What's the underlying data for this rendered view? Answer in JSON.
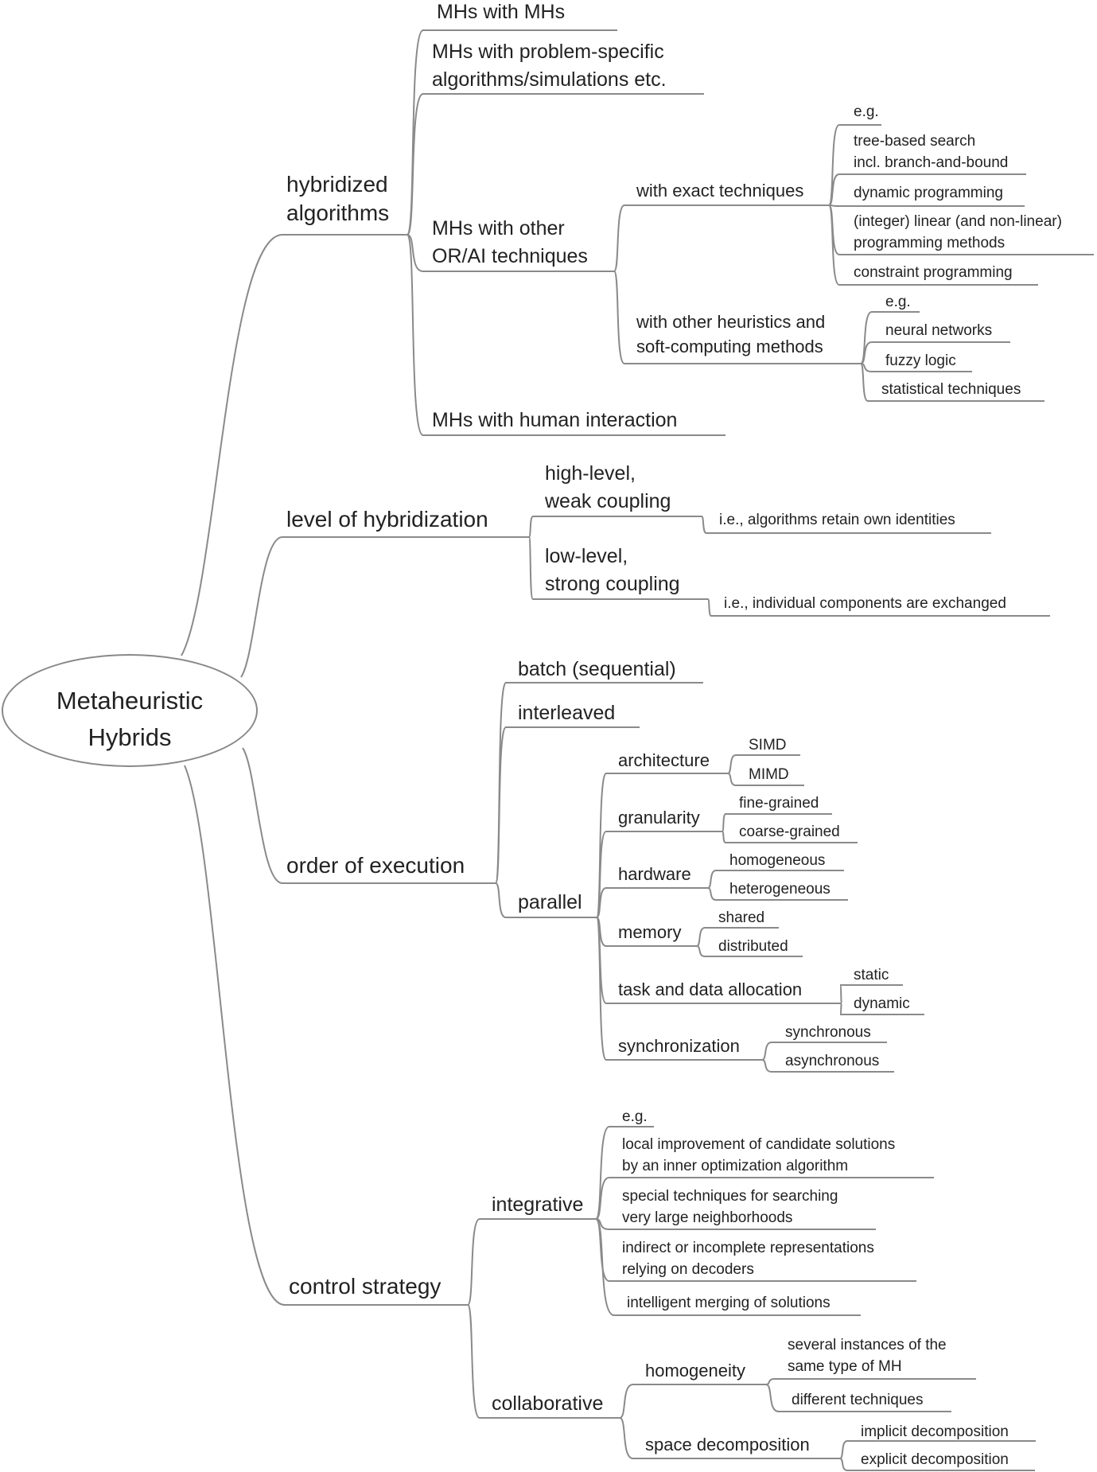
{
  "root": "Metaheuristic\nHybrids",
  "n": {
    "hybridized": "hybridized\nalgorithms",
    "mhs_mhs": "MHs with MHs",
    "mhs_problem": "MHs with problem-specific\nalgorithms/simulations etc.",
    "mhs_orai": "MHs with other\nOR/AI techniques",
    "exact": "with exact techniques",
    "exact_eg": "e.g.",
    "tree": "tree-based search\nincl. branch-and-bound",
    "dynprog": "dynamic programming",
    "integer": "(integer) linear (and non-linear)\nprogramming methods",
    "constraint": "constraint programming",
    "otherheur": "with other heuristics and\nsoft-computing methods",
    "other_eg": "e.g.",
    "neural": "neural networks",
    "fuzzy": "fuzzy logic",
    "statistical": "statistical techniques",
    "human": "MHs with human interaction",
    "level": "level of hybridization",
    "highlevel": "high-level,\nweak coupling",
    "retain": "i.e., algorithms retain own identities",
    "lowlevel": "low-level,\nstrong coupling",
    "exchanged": "i.e., individual components are exchanged",
    "order": "order of execution",
    "batch": "batch (sequential)",
    "interleaved": "interleaved",
    "parallel": "parallel",
    "architecture": "architecture",
    "simd": "SIMD",
    "mimd": "MIMD",
    "granularity": "granularity",
    "fine": "fine-grained",
    "coarse": "coarse-grained",
    "hardware": "hardware",
    "homogeneous": "homogeneous",
    "heterogeneous": "heterogeneous",
    "memory": "memory",
    "shared": "shared",
    "distributed": "distributed",
    "taskalloc": "task and data allocation",
    "static": "static",
    "dynamic": "dynamic",
    "sync": "synchronization",
    "synchronous": "synchronous",
    "asynchronous": "asynchronous",
    "control": "control strategy",
    "integrative": "integrative",
    "integ_eg": "e.g.",
    "localimp": "local improvement of candidate solutions\nby an inner optimization algorithm",
    "special": "special techniques for searching\nvery large neighborhoods",
    "indirect": "indirect or incomplete representations\nrelying on decoders",
    "merging": "intelligent merging of solutions",
    "collaborative": "collaborative",
    "homogeneity": "homogeneity",
    "several": "several instances of the\nsame type of MH",
    "different": "different techniques",
    "spacedecomp": "space decomposition",
    "implicit": "implicit decomposition",
    "explicit": "explicit decomposition"
  }
}
